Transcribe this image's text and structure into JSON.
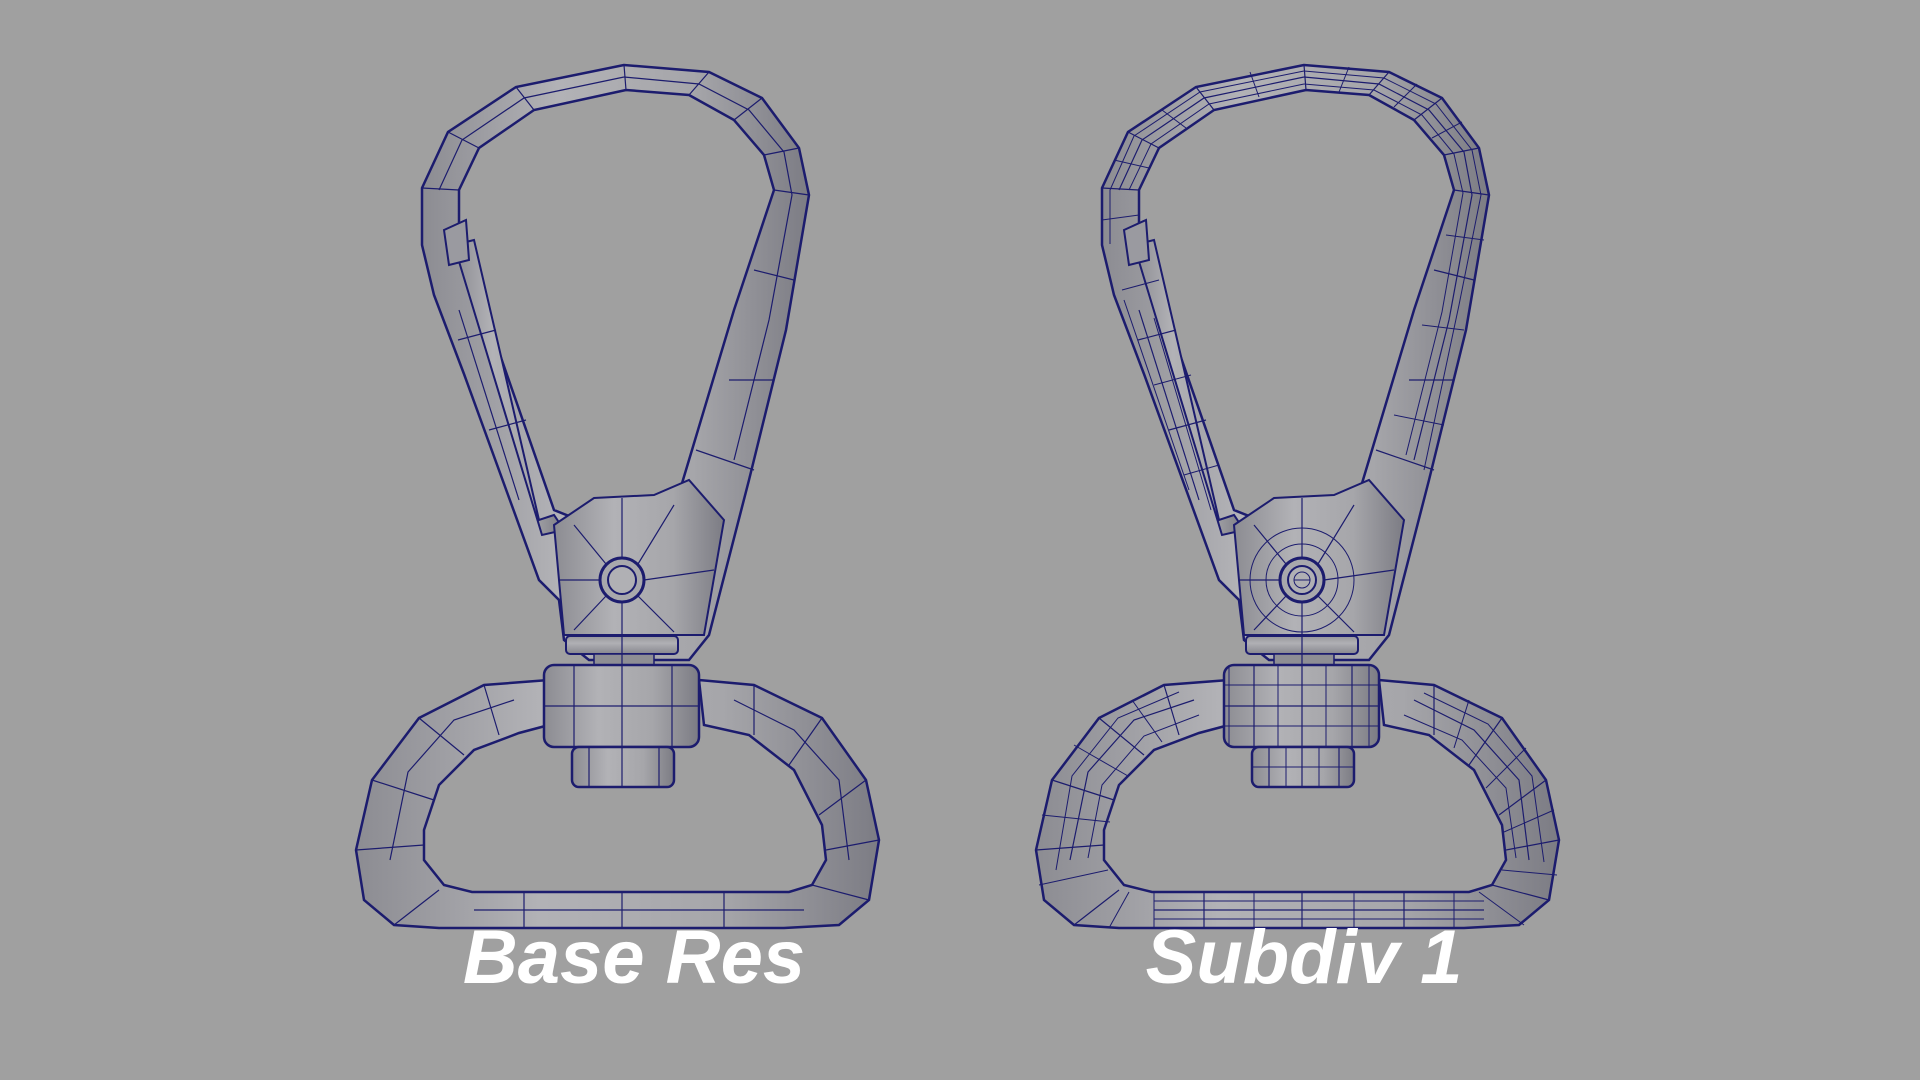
{
  "background_color": "#a0a0a0",
  "wire_color": "#1c1c6e",
  "surface_color": "#a3a3a8",
  "models": [
    {
      "id": "base",
      "label": "Base Res",
      "mesh_density": "low"
    },
    {
      "id": "subdiv",
      "label": "Subdiv 1",
      "mesh_density": "high"
    }
  ],
  "object": "swivel snap hook"
}
